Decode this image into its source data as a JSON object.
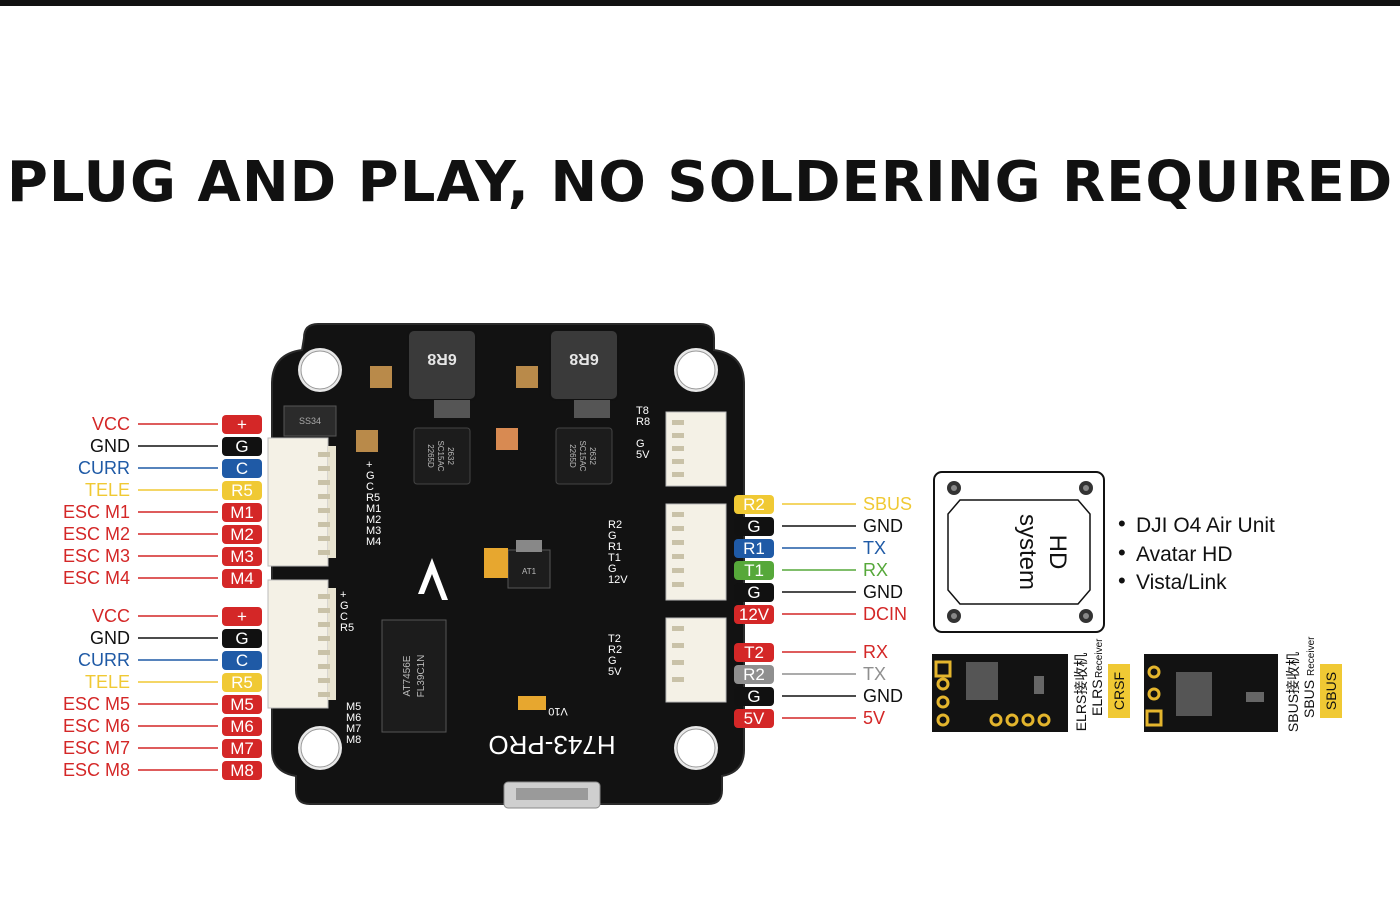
{
  "title": "PLUG AND PLAY, NO SOLDERING REQUIRED",
  "colors": {
    "red": "#d42727",
    "black": "#111111",
    "blue": "#1f5aa6",
    "yellow": "#f0c934",
    "green": "#56a83a",
    "gray": "#8f8f8f"
  },
  "esc_group_1": [
    {
      "label": "VCC",
      "pad": "+",
      "color": "red"
    },
    {
      "label": "GND",
      "pad": "G",
      "color": "black"
    },
    {
      "label": "CURR",
      "pad": "C",
      "color": "blue"
    },
    {
      "label": "TELE",
      "pad": "R5",
      "color": "yellow"
    },
    {
      "label": "ESC M1",
      "pad": "M1",
      "color": "red"
    },
    {
      "label": "ESC M2",
      "pad": "M2",
      "color": "red"
    },
    {
      "label": "ESC M3",
      "pad": "M3",
      "color": "red"
    },
    {
      "label": "ESC M4",
      "pad": "M4",
      "color": "red"
    }
  ],
  "esc_group_2": [
    {
      "label": "VCC",
      "pad": "+",
      "color": "red"
    },
    {
      "label": "GND",
      "pad": "G",
      "color": "black"
    },
    {
      "label": "CURR",
      "pad": "C",
      "color": "blue"
    },
    {
      "label": "TELE",
      "pad": "R5",
      "color": "yellow"
    },
    {
      "label": "ESC M5",
      "pad": "M5",
      "color": "red"
    },
    {
      "label": "ESC M6",
      "pad": "M6",
      "color": "red"
    },
    {
      "label": "ESC M7",
      "pad": "M7",
      "color": "red"
    },
    {
      "label": "ESC M8",
      "pad": "M8",
      "color": "red"
    }
  ],
  "hd_group": [
    {
      "pad": "R2",
      "label": "SBUS",
      "color": "yellow"
    },
    {
      "pad": "G",
      "label": "GND",
      "color": "black"
    },
    {
      "pad": "R1",
      "label": "TX",
      "color": "blue"
    },
    {
      "pad": "T1",
      "label": "RX",
      "color": "green"
    },
    {
      "pad": "G",
      "label": "GND",
      "color": "black"
    },
    {
      "pad": "12V",
      "label": "DCIN",
      "color": "red"
    }
  ],
  "rx_group": [
    {
      "pad": "T2",
      "label": "RX",
      "color": "red"
    },
    {
      "pad": "R2",
      "label": "TX",
      "color": "gray"
    },
    {
      "pad": "G",
      "label": "GND",
      "color": "black"
    },
    {
      "pad": "5V",
      "label": "5V",
      "color": "red"
    }
  ],
  "board": {
    "name": "H743-PRO",
    "version": "V10",
    "inductor_mark": "6R8",
    "chip_mark_1": "2632",
    "chip_mark_2": "SC15AC",
    "chip_mark_3": "2265D",
    "mux_chip_1": "AT7456E",
    "mux_chip_2": "FL39C1N",
    "reg_chip": "AT1",
    "diode_mark": "SS34",
    "silk_left_1": [
      "+",
      "G",
      "C",
      "R5",
      "M1",
      "M2",
      "M3",
      "M4"
    ],
    "silk_left_2": [
      "+",
      "G",
      "C",
      "R5"
    ],
    "silk_left_3": [
      "M5",
      "M6",
      "M7",
      "M8"
    ],
    "silk_right_1": [
      "T8",
      "R8",
      "",
      "G",
      "5V"
    ],
    "silk_right_2": [
      "R2",
      "G",
      "R1",
      "T1",
      "G",
      "12V"
    ],
    "silk_right_3": [
      "T2",
      "R2",
      "G",
      "5V"
    ]
  },
  "hd_system": {
    "label_line1": "HD",
    "label_line2": "system",
    "compat": [
      "DJI O4 Air Unit",
      "Avatar HD",
      "Vista/Link"
    ]
  },
  "elrs_receiver": {
    "cn": "ELRS接收机",
    "en": "ELRS",
    "sub": "Receiver",
    "badge": "CRSF"
  },
  "sbus_receiver": {
    "cn": "SBUS接收机",
    "en": "SBUS",
    "sub": "Receiver",
    "badge": "SBUS"
  }
}
